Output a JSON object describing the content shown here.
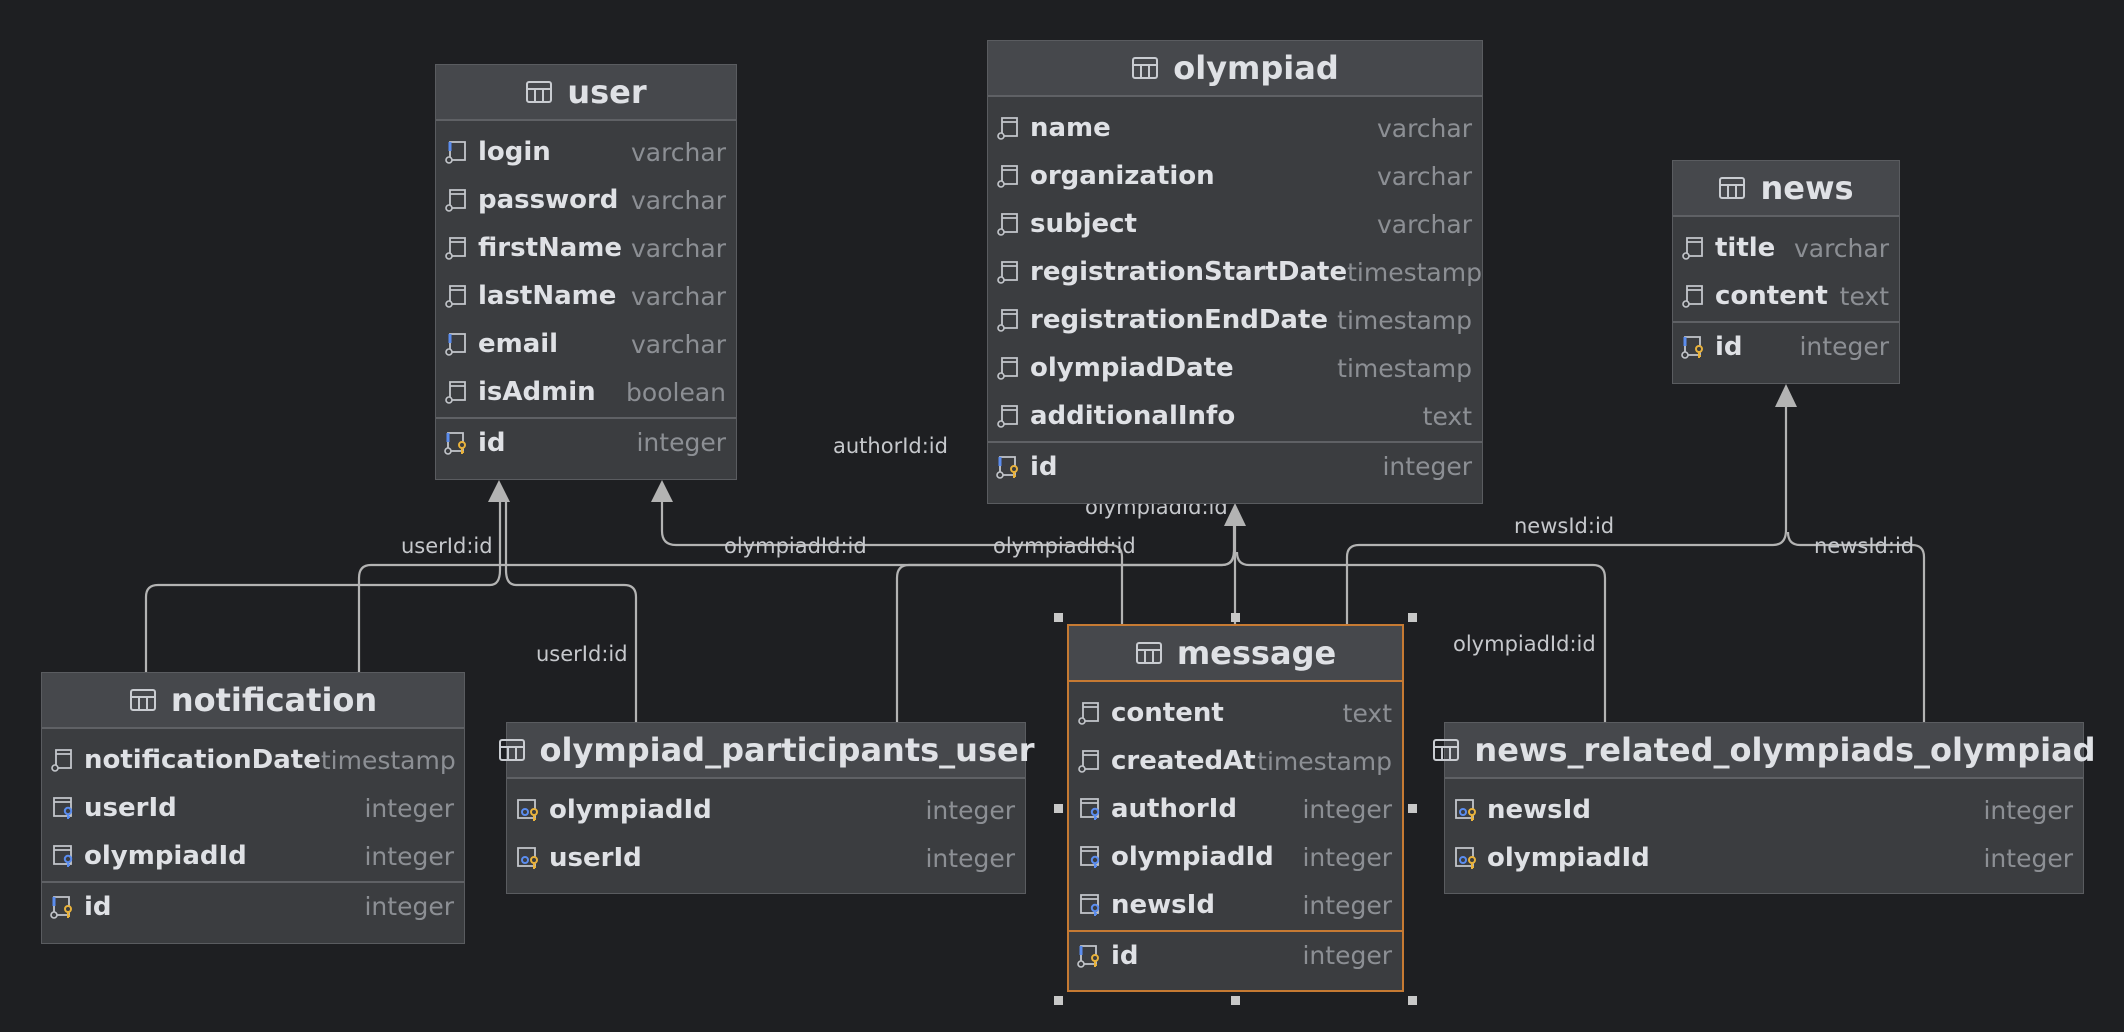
{
  "tables": {
    "user": {
      "name": "user",
      "columns": [
        {
          "name": "login",
          "type": "varchar"
        },
        {
          "name": "password",
          "type": "varchar"
        },
        {
          "name": "firstName",
          "type": "varchar"
        },
        {
          "name": "lastName",
          "type": "varchar"
        },
        {
          "name": "email",
          "type": "varchar"
        },
        {
          "name": "isAdmin",
          "type": "boolean"
        }
      ],
      "pk": {
        "name": "id",
        "type": "integer"
      }
    },
    "olympiad": {
      "name": "olympiad",
      "columns": [
        {
          "name": "name",
          "type": "varchar"
        },
        {
          "name": "organization",
          "type": "varchar"
        },
        {
          "name": "subject",
          "type": "varchar"
        },
        {
          "name": "registrationStartDate",
          "type": "timestamp"
        },
        {
          "name": "registrationEndDate",
          "type": "timestamp"
        },
        {
          "name": "olympiadDate",
          "type": "timestamp"
        },
        {
          "name": "additionalInfo",
          "type": "text"
        }
      ],
      "pk": {
        "name": "id",
        "type": "integer"
      }
    },
    "news": {
      "name": "news",
      "columns": [
        {
          "name": "title",
          "type": "varchar"
        },
        {
          "name": "content",
          "type": "text"
        }
      ],
      "pk": {
        "name": "id",
        "type": "integer"
      }
    },
    "notification": {
      "name": "notification",
      "columns": [
        {
          "name": "notificationDate",
          "type": "timestamp"
        },
        {
          "name": "userId",
          "type": "integer"
        },
        {
          "name": "olympiadId",
          "type": "integer"
        }
      ],
      "pk": {
        "name": "id",
        "type": "integer"
      }
    },
    "olympiad_participants_user": {
      "name": "olympiad_participants_user",
      "columns": [
        {
          "name": "olympiadId",
          "type": "integer"
        },
        {
          "name": "userId",
          "type": "integer"
        }
      ]
    },
    "message": {
      "name": "message",
      "columns": [
        {
          "name": "content",
          "type": "text"
        },
        {
          "name": "createdAt",
          "type": "timestamp"
        },
        {
          "name": "authorId",
          "type": "integer"
        },
        {
          "name": "olympiadId",
          "type": "integer"
        },
        {
          "name": "newsId",
          "type": "integer"
        }
      ],
      "pk": {
        "name": "id",
        "type": "integer"
      }
    },
    "news_related_olympiads_olympiad": {
      "name": "news_related_olympiads_olympiad",
      "columns": [
        {
          "name": "newsId",
          "type": "integer"
        },
        {
          "name": "olympiadId",
          "type": "integer"
        }
      ]
    }
  },
  "edge_labels": {
    "authorId": "authorId:id",
    "olympiadId_top": "olympiadId:id",
    "userId_notification": "userId:id",
    "olympiadId_notification": "olympiadId:id",
    "olympiadId_participants": "olympiadId:id",
    "userId_participants": "userId:id",
    "newsId_message": "newsId:id",
    "newsId_related": "newsId:id",
    "olympiadId_related": "olympiadId:id"
  }
}
